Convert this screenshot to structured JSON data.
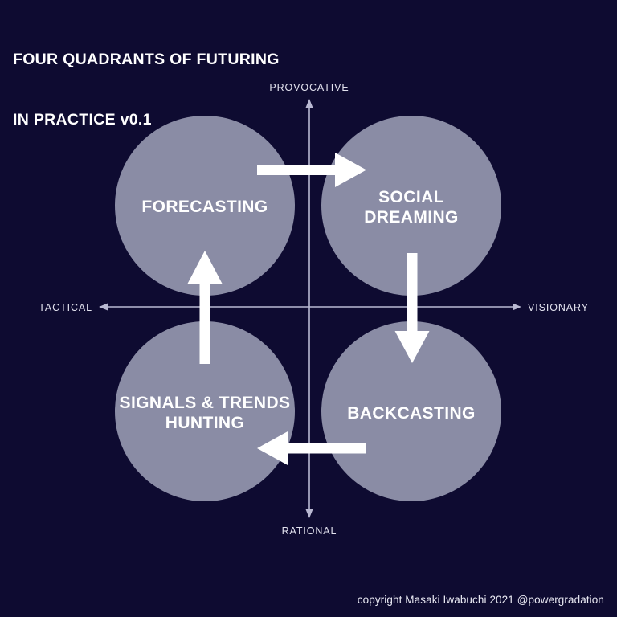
{
  "title": {
    "line1": "FOUR QUADRANTS OF FUTURING",
    "line2": "IN PRACTICE v0.1"
  },
  "footer": {
    "credit": "copyright Masaki Iwabuchi 2021 @powergradation"
  },
  "colors": {
    "background": "#0e0b31",
    "circle": "#8a8ca5",
    "axis": "#b9b9d2",
    "text": "#ffffff",
    "arrow": "#ffffff"
  },
  "axes": {
    "top_label": "PROVOCATIVE",
    "bottom_label": "RATIONAL",
    "left_label": "TACTICAL",
    "right_label": "VISIONARY"
  },
  "quadrants": [
    {
      "id": "forecasting",
      "position": "top-left",
      "label_line1": "FORECASTING",
      "label_line2": ""
    },
    {
      "id": "social-dreaming",
      "position": "top-right",
      "label_line1": "SOCIAL",
      "label_line2": "DREAMING"
    },
    {
      "id": "signals-and-trends-hunting",
      "position": "bottom-left",
      "label_line1": "SIGNALS & TRENDS",
      "label_line2": "HUNTING"
    },
    {
      "id": "backcasting",
      "position": "bottom-right",
      "label_line1": "BACKCASTING",
      "label_line2": ""
    }
  ],
  "flow": [
    {
      "id": "forecasting-to-social-dreaming",
      "direction": "right"
    },
    {
      "id": "social-dreaming-to-backcasting",
      "direction": "down"
    },
    {
      "id": "backcasting-to-signals-hunting",
      "direction": "left"
    },
    {
      "id": "signals-hunting-to-forecasting",
      "direction": "up"
    }
  ]
}
